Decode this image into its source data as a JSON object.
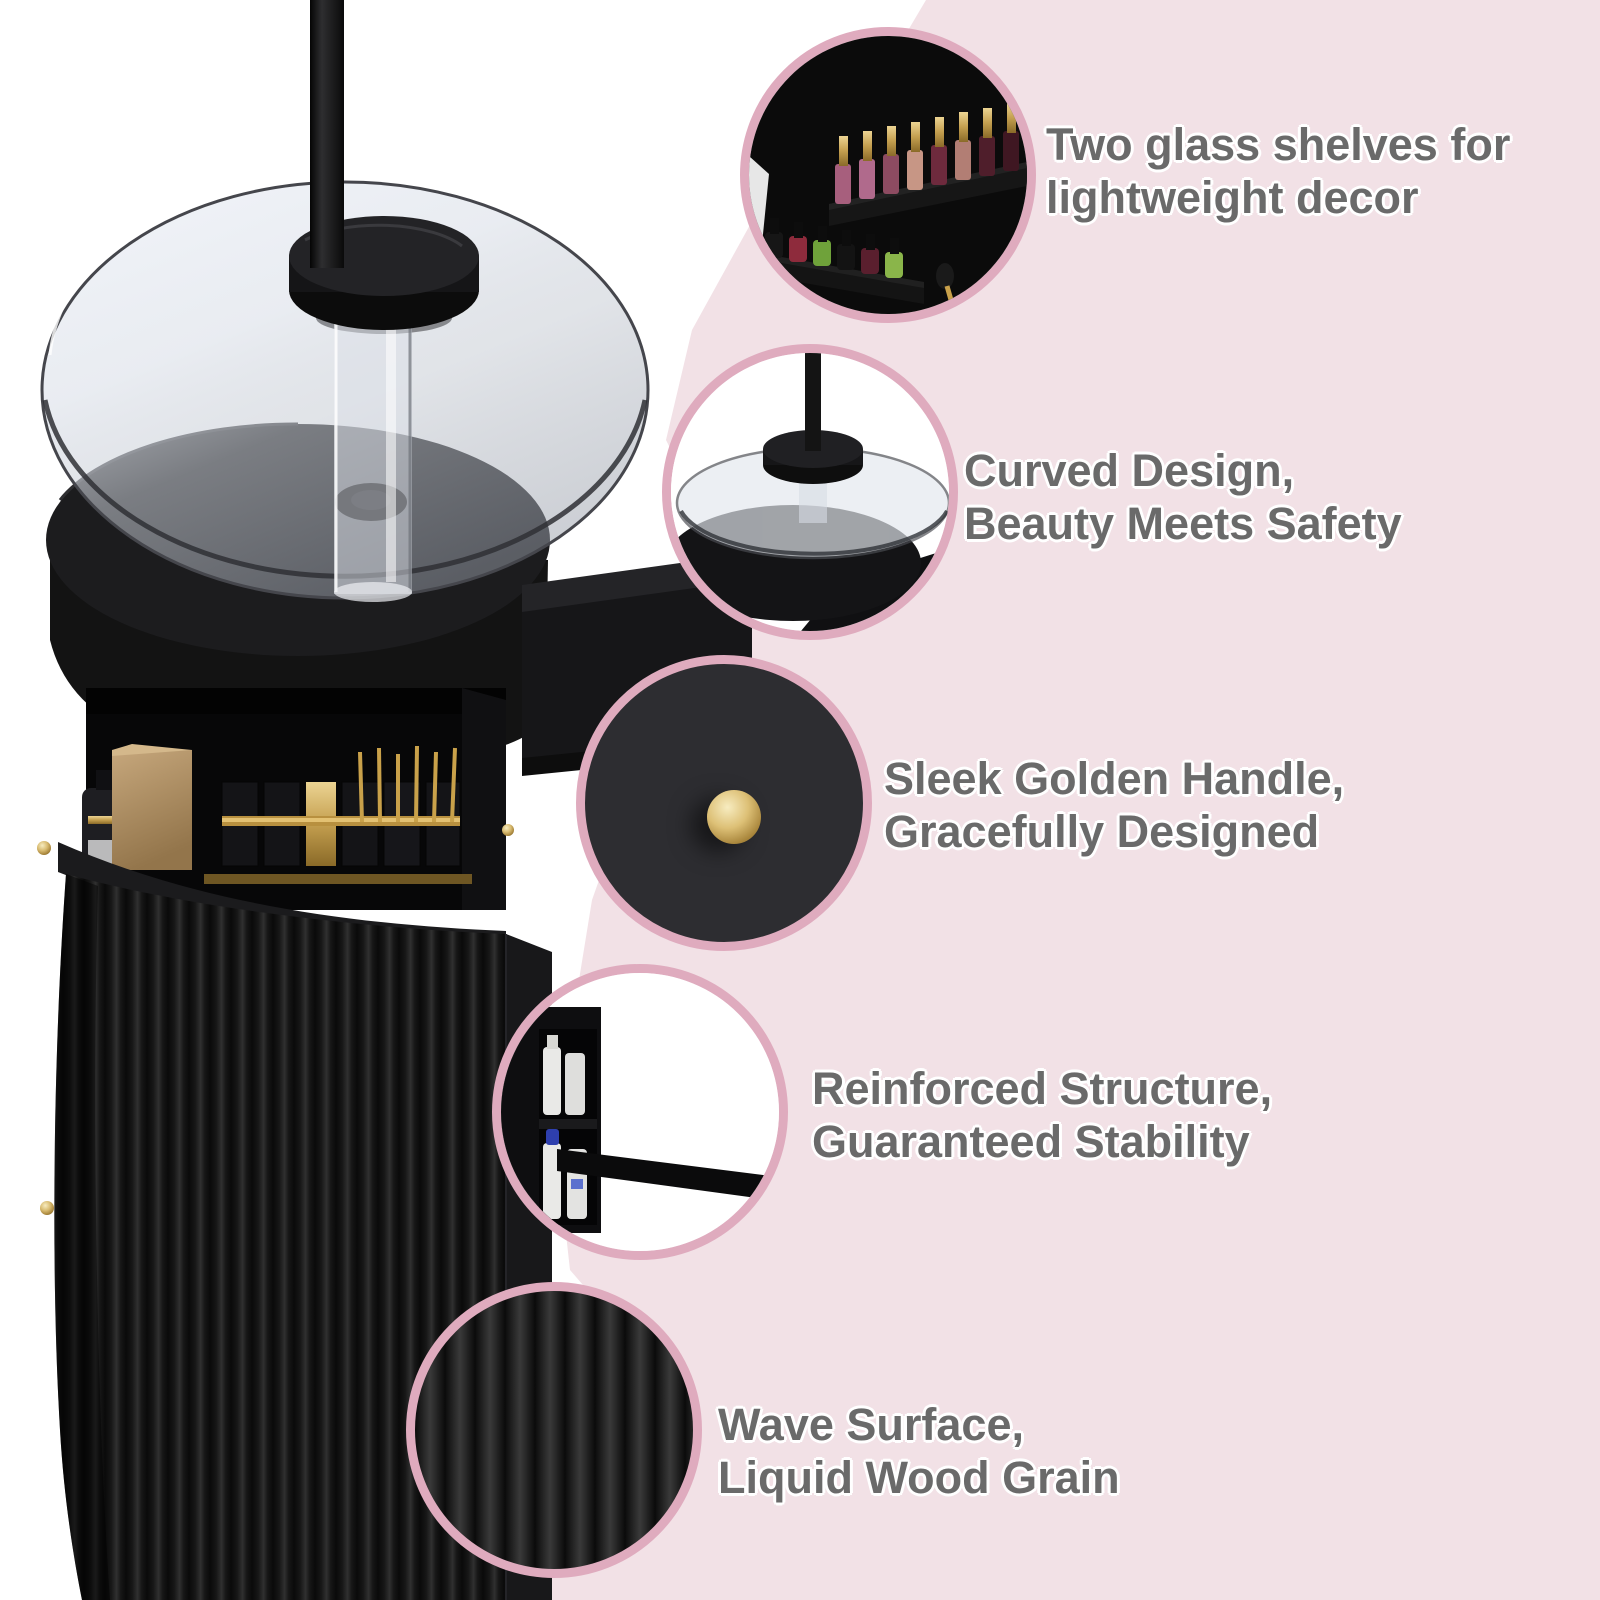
{
  "colors": {
    "background_pink": "#f2e1e6",
    "photo_white": "#ffffff",
    "circle_border_pink": "#dfabbe",
    "text_gray": "#6a6a6a",
    "gold_accent": "#c9a24b",
    "furniture_black": "#141414"
  },
  "features": [
    {
      "id": "glass-shelves",
      "callout_icon": "nail-polish-shelves-photo",
      "line1": "Two glass shelves for",
      "line2": "lightweight decor"
    },
    {
      "id": "curved-design",
      "callout_icon": "glass-tabletop-photo",
      "line1": "Curved Design,",
      "line2": "Beauty Meets Safety"
    },
    {
      "id": "golden-handle",
      "callout_icon": "gold-knob-photo",
      "line1": "Sleek Golden Handle,",
      "line2": "Gracefully Designed"
    },
    {
      "id": "reinforced-structure",
      "callout_icon": "side-shelf-support-photo",
      "line1": "Reinforced Structure,",
      "line2": "Guaranteed Stability"
    },
    {
      "id": "wave-surface",
      "callout_icon": "fluted-wood-photo",
      "line1": "Wave Surface,",
      "line2": "Liquid Wood Grain"
    }
  ]
}
